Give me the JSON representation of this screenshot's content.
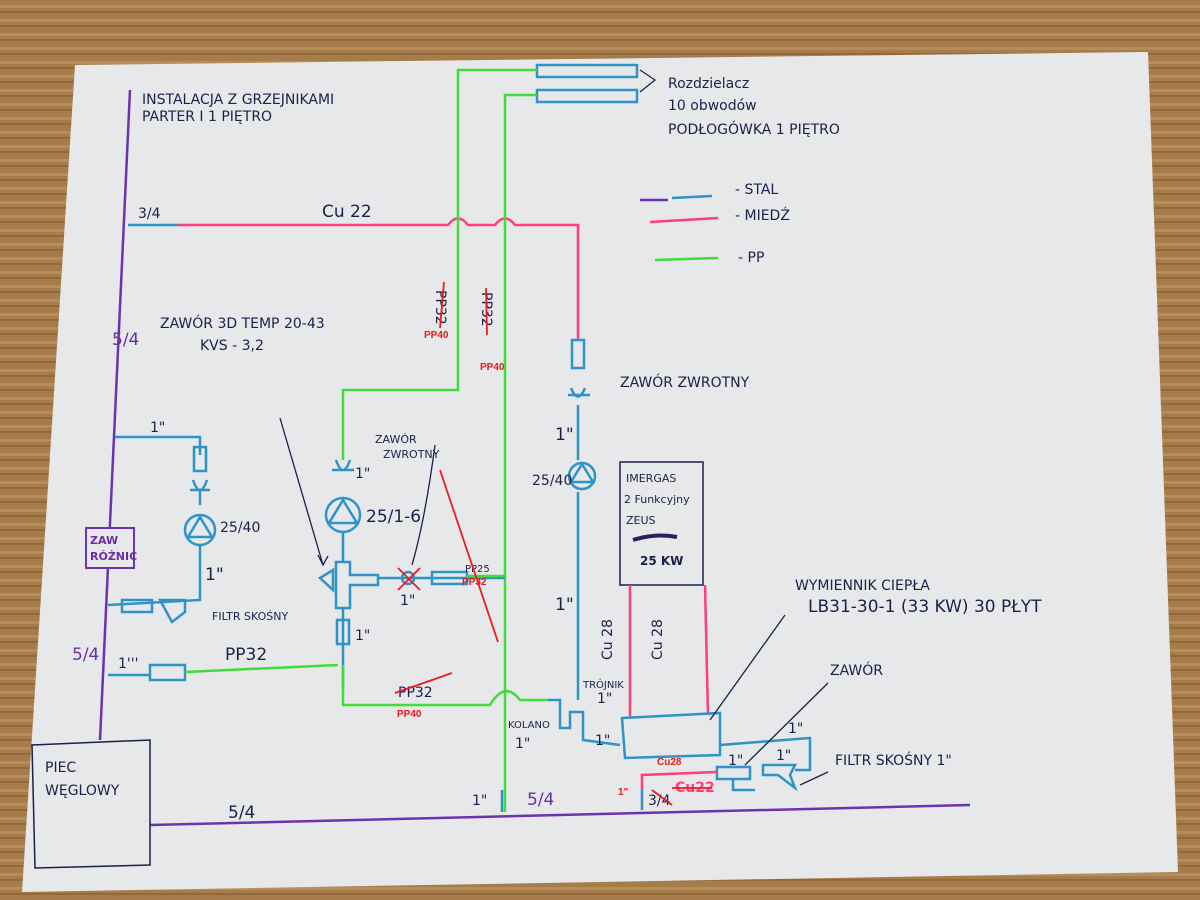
{
  "title": {
    "line1": "INSTALACJA Z GRZEJNIKAMI",
    "line2": "PARTER I 1 PIĘTRO"
  },
  "distributor": {
    "line1": "Rozdzielacz",
    "line2": "10 obwodów",
    "line3": "PODŁOGÓWKA 1 PIĘTRO"
  },
  "legend": [
    {
      "label": "- STAL",
      "colors": [
        "#6b33b0",
        "#2f93c8"
      ]
    },
    {
      "label": "- MIEDŹ",
      "colors": [
        "#ff3d7f"
      ]
    },
    {
      "label": "- PP",
      "colors": [
        "#3fdc3a"
      ]
    }
  ],
  "labels": {
    "three_quarter_top": "3/4",
    "cu22_top": "Cu 22",
    "five_quarter_left": "5/4",
    "five_quarter_left2": "5/4",
    "valve3d_line1": "ZAWÓR 3D TEMP 20-43",
    "valve3d_line2": "KVS - 3,2",
    "pp32_struck_a": "PP32",
    "pp32_struck_b": "PP32",
    "pp40_a": "PP40",
    "pp40_b": "PP40",
    "check_valve_right": "ZAWÓR ZWROTNY",
    "check_valve_mid_1": "ZAWÓR",
    "check_valve_mid_2": "ZWROTNY",
    "one_inch_left_top": "1\"",
    "pump_left": "25/40",
    "one_inch_left_mid": "1\"",
    "zaw_roznic_1": "ZAW",
    "zaw_roznic_2": "RÓŻNIC",
    "filter_left": "FILTR SKOŚNY",
    "one_inch_left_bottom": "1'''",
    "pp32_left": "PP32",
    "one_inch_mid_check": "1\"",
    "pump_mid": "25/1-6",
    "one_inch_mixer": "1\"",
    "one_inch_crossed": "1\"",
    "pp25": "PP25",
    "pp32_red": "PP32",
    "pp32_struck_bottom": "PP32",
    "pp40_bottom": "PP40",
    "pump_right": "25/40",
    "one_inch_right_top": "1\"",
    "one_inch_right_mid": "1\"",
    "boiler_1": "IMERGAS",
    "boiler_2": "2 Funkcyjny",
    "boiler_3": "ZEUS",
    "boiler_4": "25 KW",
    "cu28_left": "Cu 28",
    "cu28_right": "Cu 28",
    "exchanger_1": "WYMIENNIK CIEPŁA",
    "exchanger_2": "LB31-30-1      (33 KW) 30 PŁYT",
    "trojnik_1": "TRÓJNIK",
    "trojnik_2": "1\"",
    "kolano_1": "KOLANO",
    "kolano_2": "1\"",
    "one_inch_after_trojnik": "1\"",
    "zawor": "ZAWÓR",
    "filter_right": "FILTR SKOŚNY 1\"",
    "one_inch_ex_a": "1\"",
    "one_inch_ex_b": "1\"",
    "one_inch_ex_c": "1\"",
    "cu28_red": "Cu28",
    "cu22_struck": "Cu22",
    "one_inch_red": "1\"",
    "three_quarter_struck": "3/4",
    "one_inch_bottom": "1\"",
    "five_quarter_bottom_mid": "5/4",
    "five_quarter_bottom_left": "5/4",
    "piec_1": "PIEC",
    "piec_2": "WĘGLOWY"
  }
}
